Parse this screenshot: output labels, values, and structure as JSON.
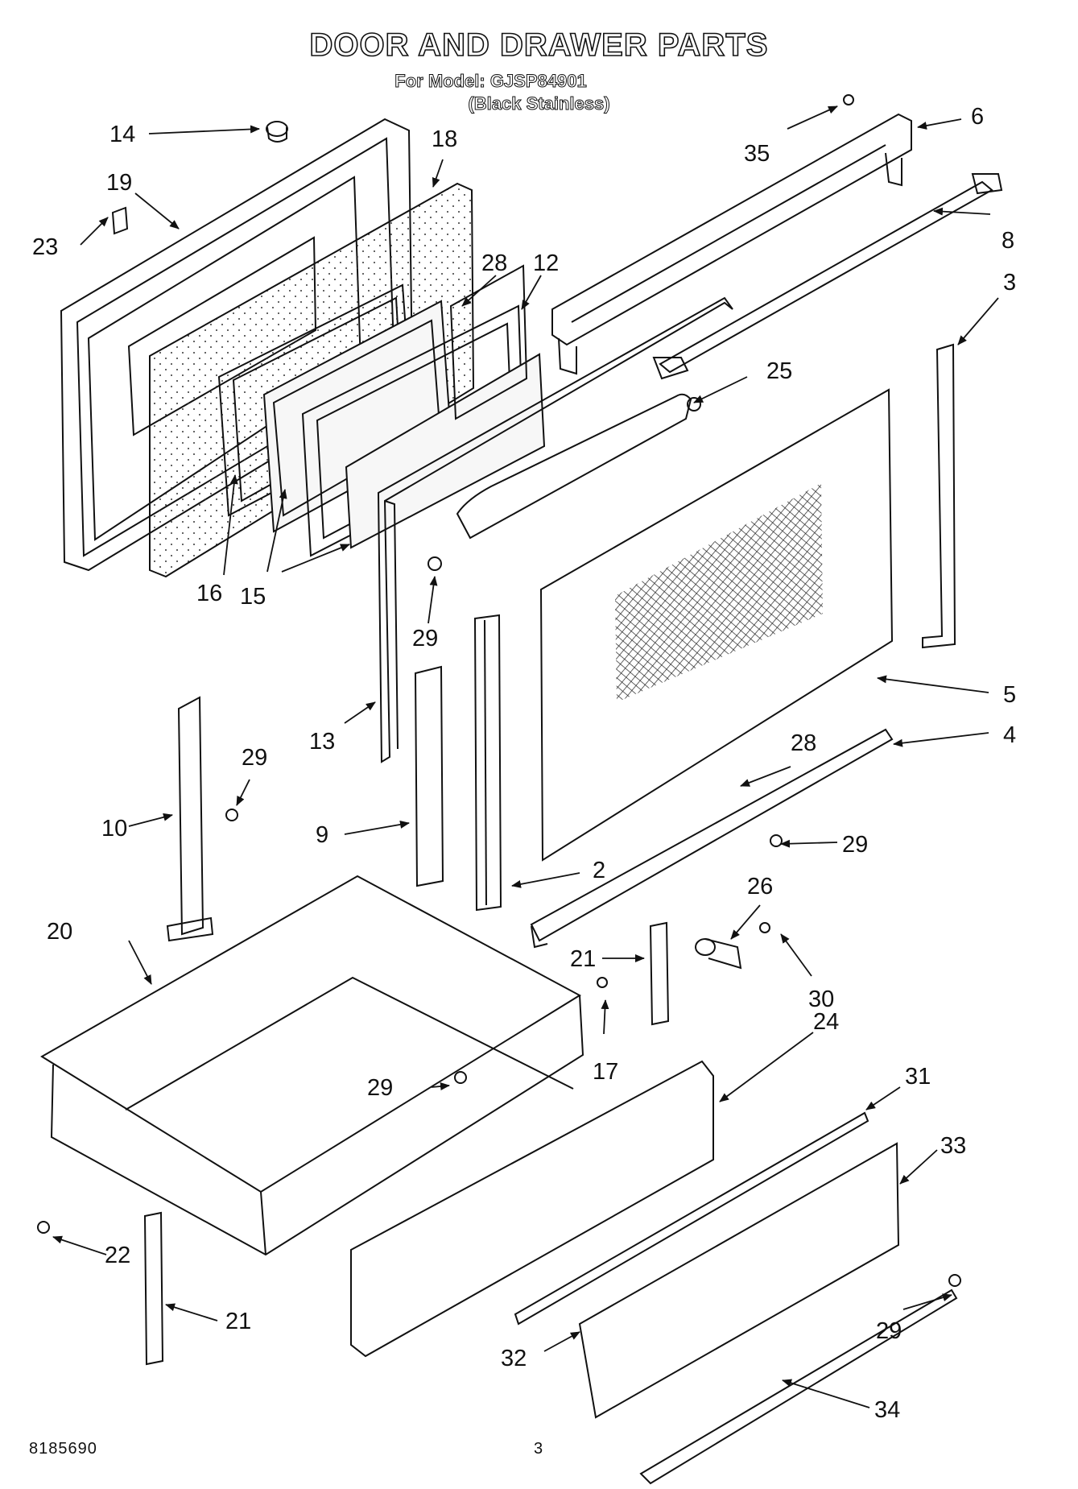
{
  "header": {
    "title": "DOOR AND DRAWER PARTS",
    "model_line": "For Model: GJSP84901",
    "variant_line": "(Black Stainless)"
  },
  "callouts": [
    "14",
    "18",
    "19",
    "23",
    "28",
    "12",
    "16",
    "15",
    "29",
    "13",
    "10",
    "9",
    "20",
    "2",
    "21",
    "26",
    "30",
    "17",
    "22",
    "24",
    "31",
    "33",
    "32",
    "34",
    "35",
    "6",
    "8",
    "3",
    "25",
    "5",
    "4"
  ],
  "footer": {
    "part_number": "8185690",
    "page_number": "3"
  }
}
